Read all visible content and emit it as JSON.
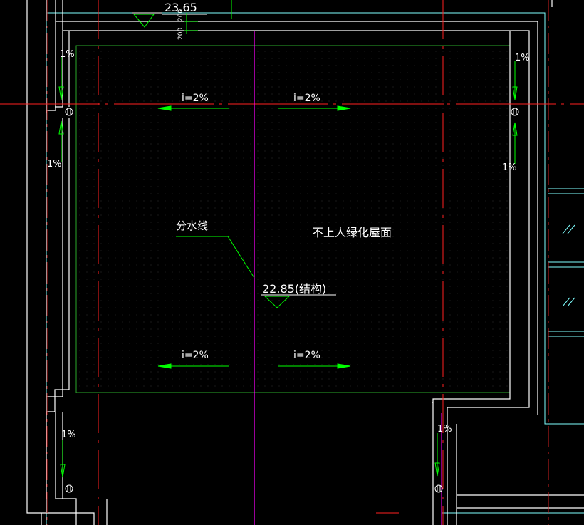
{
  "colors": {
    "background": "#000000",
    "wall": "#ffffff",
    "cyan_line": "#7fffff",
    "axis_red": "#ff2020",
    "magenta_ridge": "#ff00ff",
    "green_slope": "#00ff00",
    "green_outline": "#2aa82a",
    "text_white": "#ffffff",
    "text_green": "#ffffff"
  },
  "labels": {
    "top_elevation": "23.65",
    "dim_200_a": "200",
    "dim_200_b": "200",
    "roof_name": "不上人绿化屋面",
    "divide_line": "分水线",
    "structural_elevation": "22.85(结构)"
  },
  "slopes": {
    "top_left": "i=2%",
    "top_right": "i=2%",
    "bottom_left": "i=2%",
    "bottom_right": "i=2%",
    "gutter_left_upper": "1%",
    "gutter_left_mid": "1%",
    "gutter_right_upper": "1%",
    "gutter_right_mid": "1%",
    "gutter_left_lower": "1%",
    "gutter_right_lower": "1%"
  },
  "icons": {
    "drain": "roof-drain-icon",
    "elevation_marker": "elevation-triangle-icon",
    "window_hatch": "window-hatch-icon"
  }
}
